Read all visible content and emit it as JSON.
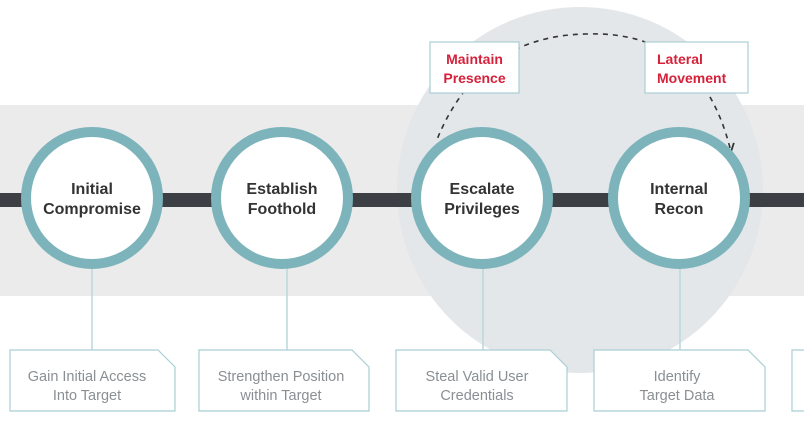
{
  "colors": {
    "band": "#ebebeb",
    "timeline": "#3c3f43",
    "circle_ring": "#7db4bc",
    "circle_fill": "#ffffff",
    "halo": "#e3e7e9",
    "stage_text": "#333333",
    "loop_text": "#d6213a",
    "card_border": "#a9cfd4",
    "card_text": "#8a8f93",
    "connector": "#b8d8dc",
    "loop_arrow": "#333333"
  },
  "stages": [
    {
      "id": "initial-compromise",
      "line1": "Initial",
      "line2": "Compromise",
      "desc1": "Gain Initial Access",
      "desc2": "Into Target"
    },
    {
      "id": "establish-foothold",
      "line1": "Establish",
      "line2": "Foothold",
      "desc1": "Strengthen Position",
      "desc2": "within Target"
    },
    {
      "id": "escalate-privileges",
      "line1": "Escalate",
      "line2": "Privileges",
      "desc1": "Steal Valid User",
      "desc2": "Credentials"
    },
    {
      "id": "internal-recon",
      "line1": "Internal",
      "line2": "Recon",
      "desc1": "Identify",
      "desc2": "Target Data"
    }
  ],
  "loop": {
    "left": {
      "line1": "Maintain",
      "line2": "Presence"
    },
    "right": {
      "line1": "Lateral",
      "line2": "Movement"
    }
  }
}
